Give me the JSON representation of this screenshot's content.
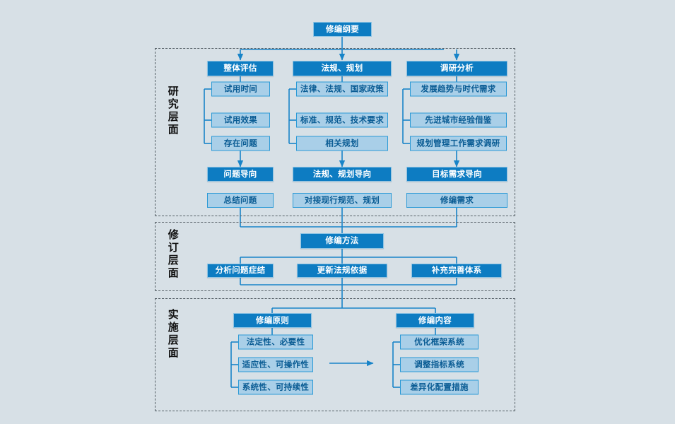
{
  "diagram": {
    "title": "修编纲要",
    "background_color": "#d7e0e6",
    "accent_dark": "#0d7cc2",
    "accent_light": "#a9cfe8",
    "border_light": "#2c9ad6",
    "frame_color": "#555f66",
    "root": {
      "label": "修编纲要"
    },
    "sections": [
      {
        "id": "research",
        "label": "研究层面",
        "columns": [
          {
            "header": "整体评估",
            "items": [
              "试用时间",
              "试用效果",
              "存在问题"
            ],
            "orientation": "问题导向",
            "outcome": "总结问题"
          },
          {
            "header": "法规、规划",
            "items": [
              "法律、法规、国家政策",
              "标准、规范、技术要求",
              "相关规划"
            ],
            "orientation": "法规、规划导向",
            "outcome": "对接现行规范、规划"
          },
          {
            "header": "调研分析",
            "items": [
              "发展趋势与时代需求",
              "先进城市经验借鉴",
              "规划管理工作需求调研"
            ],
            "orientation": "目标需求导向",
            "outcome": "修编需求"
          }
        ]
      },
      {
        "id": "revision",
        "label": "修订层面",
        "header": "修编方法",
        "items": [
          "分析问题症结",
          "更新法规依据",
          "补充完善体系"
        ]
      },
      {
        "id": "implementation",
        "label": "实施层面",
        "groups": [
          {
            "header": "修编原则",
            "items": [
              "法定性、必要性",
              "适应性、可操作性",
              "系统性、可持续性"
            ]
          },
          {
            "header": "修编内容",
            "items": [
              "优化框架系统",
              "调整指标系统",
              "差异化配置措施"
            ]
          }
        ]
      }
    ]
  }
}
